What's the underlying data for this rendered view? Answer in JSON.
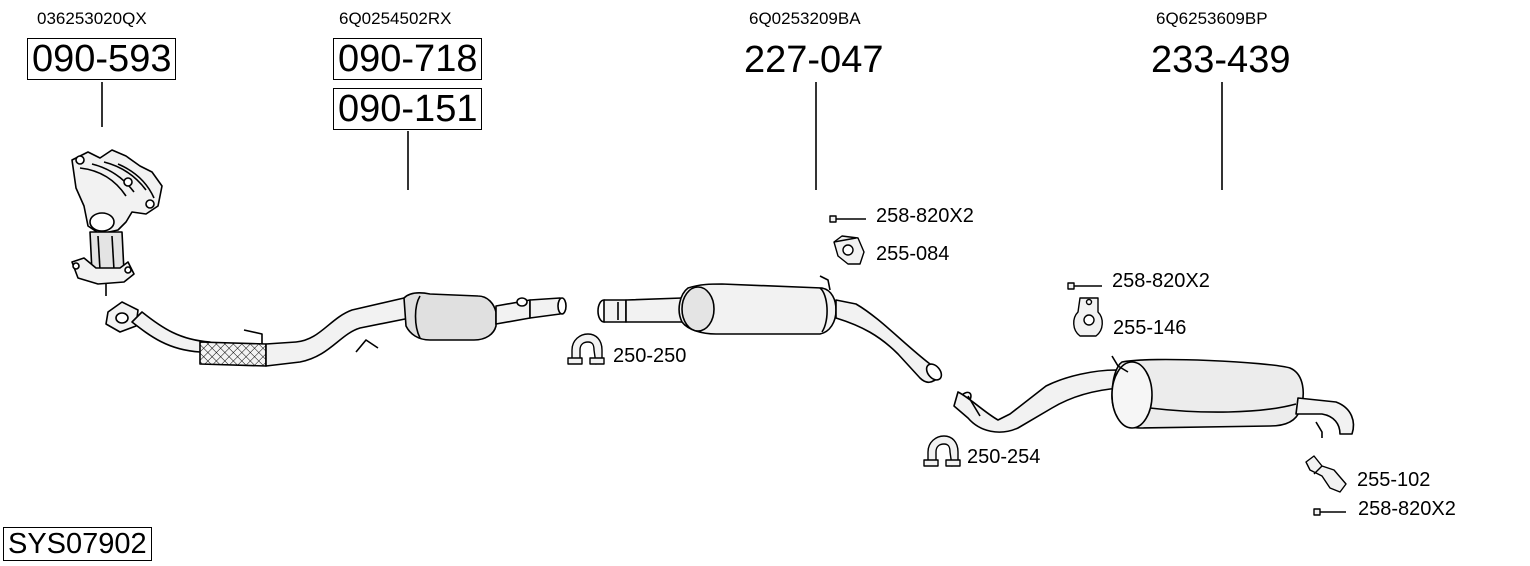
{
  "system_code": "SYS07902",
  "parts": [
    {
      "oem": "036253020QX",
      "numbers": [
        "090-593"
      ]
    },
    {
      "oem": "6Q0254502RX",
      "numbers": [
        "090-718",
        "090-151"
      ]
    },
    {
      "oem": "6Q0253209BA",
      "numbers": [
        "227-047"
      ]
    },
    {
      "oem": "6Q6253609BP",
      "numbers": [
        "233-439"
      ]
    }
  ],
  "accessories": [
    {
      "number": "258-820X2",
      "icon": "bolt-icon"
    },
    {
      "number": "255-084",
      "icon": "rubber-hanger-icon"
    },
    {
      "number": "250-250",
      "icon": "pipe-clamp-icon"
    },
    {
      "number": "258-820X2",
      "icon": "bolt-icon"
    },
    {
      "number": "255-146",
      "icon": "rubber-hanger-icon"
    },
    {
      "number": "250-254",
      "icon": "pipe-clamp-icon"
    },
    {
      "number": "255-102",
      "icon": "mounting-bracket-icon"
    },
    {
      "number": "258-820X2",
      "icon": "bolt-icon"
    }
  ],
  "colors": {
    "line": "#000000",
    "fill_light": "#f2f2f2",
    "fill_mid": "#dcdcdc",
    "background": "#ffffff"
  }
}
